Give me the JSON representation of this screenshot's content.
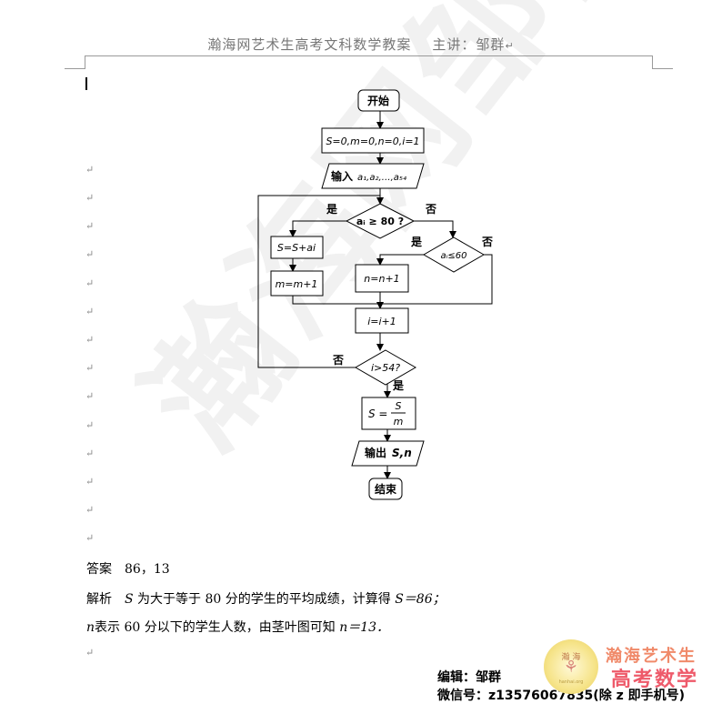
{
  "header": {
    "title": "瀚海网艺术生高考文科数学教案",
    "lecturer": "主讲：邹群",
    "mark": "↵"
  },
  "watermark": {
    "text": "瀚海网邹群编"
  },
  "para_mark": "↵",
  "flowchart": {
    "start": "开始",
    "init": "S=0,m=0,n=0,i=1",
    "input_label": "输入",
    "input_vars": "a₁,a₂,…,a₅₄",
    "cond1": "aᵢ ≥ 80 ?",
    "cond1_yes": "是",
    "cond1_no": "否",
    "s_update": "S=S+ai",
    "m_update": "m=m+1",
    "cond2": "aᵢ≤60",
    "cond2_yes": "是",
    "cond2_no": "否",
    "n_update": "n=n+1",
    "i_update": "i=i+1",
    "cond3": "i>54?",
    "cond3_yes": "是",
    "cond3_no": "否",
    "s_final_lhs": "S =",
    "s_final_num": "S",
    "s_final_den": "m",
    "output_label": "输出",
    "output_vars": "S,n",
    "end": "结束"
  },
  "answer": {
    "label": "答案",
    "value": "86，13"
  },
  "analysis": {
    "label": "解析",
    "line1_var": "S",
    "line1_text": "为大于等于 80 分的学生的平均成绩，计算得",
    "line1_eq": "S＝86；",
    "line2_var": "n",
    "line2_text": "表示 60 分以下的学生人数，由茎叶图可知",
    "line2_eq": "n＝13．"
  },
  "footer": {
    "editor": "编辑：邹群",
    "wechat": "微信号：z13576067835(除 z 即手机号)"
  },
  "logo": {
    "circle_top": "瀚 海",
    "circle_char": "⚘",
    "circle_site": "hanhai.org",
    "line1": "瀚海艺术生",
    "line2": "高考数学"
  }
}
